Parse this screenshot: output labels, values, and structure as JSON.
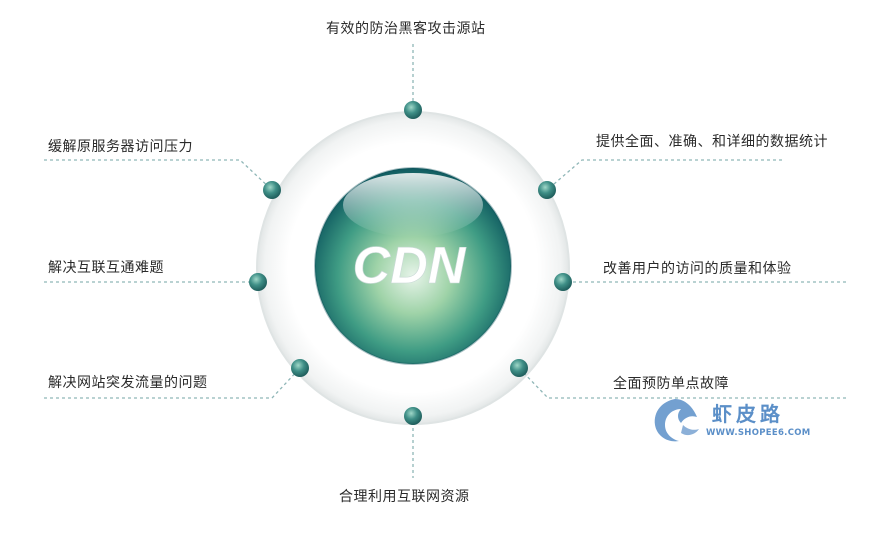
{
  "center": {
    "title": "CDN"
  },
  "benefits": {
    "top": "有效的防治黑客攻击源站",
    "upper_right": "提供全面、准确、和详细的数据统计",
    "middle_right": "改善用户的访问的质量和体验",
    "lower_right": "全面预防单点故障",
    "bottom": "合理利用互联网资源",
    "lower_left": "解决网站突发流量的问题",
    "middle_left": "解决互联互通难题",
    "upper_left": "缓解原服务器访问压力"
  },
  "watermark": {
    "name": "虾皮路",
    "url": "WWW.SHOPEE6.COM"
  },
  "colors": {
    "node": "#2f7f7a",
    "sphere_dark": "#0f5a60",
    "sphere_light": "#5fbb8a",
    "watermark": "#5b8fc8",
    "dash": "#8fb6b7"
  }
}
